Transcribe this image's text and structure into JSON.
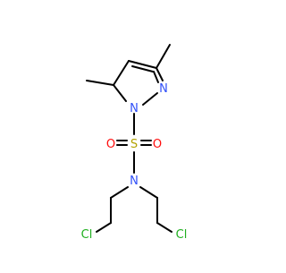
{
  "molecule": {
    "atoms": {
      "n1": "N",
      "n2": "N",
      "s": "S",
      "o_left": "O",
      "o_right": "O",
      "n_amine": "N",
      "cl_left": "Cl",
      "cl_right": "Cl"
    },
    "colors": {
      "bond": "#000000",
      "nitrogen": "#3050F8",
      "oxygen": "#FF0D0D",
      "sulfur": "#B2A200",
      "chlorine": "#1FAF1F"
    }
  }
}
